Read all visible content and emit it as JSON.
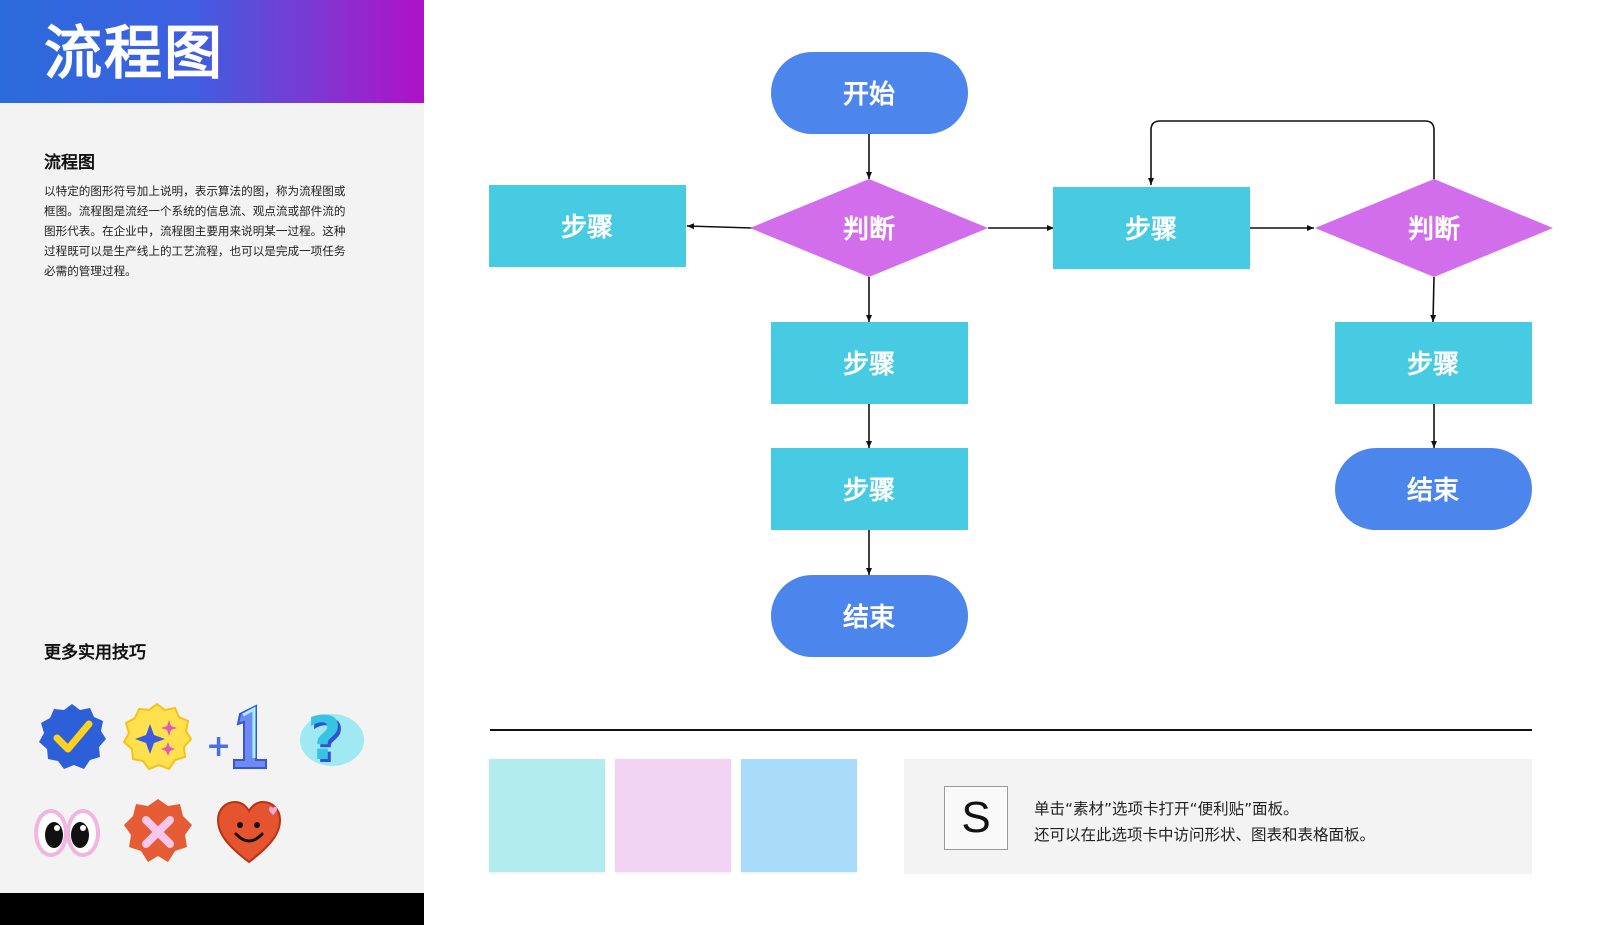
{
  "header": {
    "title": "流程图"
  },
  "intro": {
    "title": "流程图",
    "lines": [
      "以特定的图形符号加上说明，表示算法的图，称为流程图或",
      "框图。流程图是流经一个系统的信息流、观点流或部件流的",
      "图形代表。在企业中，流程图主要用来说明某一过程。这种",
      "过程既可以是生产线上的工艺流程，也可以是完成一项任务",
      "必需的管理过程。"
    ]
  },
  "tips": {
    "title": "更多实用技巧",
    "stickers": [
      "check-badge-sticker",
      "sparkle-badge-sticker",
      "plus-one-sticker",
      "question-mark-sticker",
      "eyes-sticker",
      "x-badge-sticker",
      "heart-smile-sticker"
    ]
  },
  "flowchart": {
    "start": "开始",
    "decision1": "判断",
    "step_left": "步骤",
    "step_mid1": "步骤",
    "step_mid2": "步骤",
    "end1": "结束",
    "step_right": "步骤",
    "decision2": "判断",
    "step_right2": "步骤",
    "end2": "结束",
    "colors": {
      "terminal": "#4c86ed",
      "process": "#47cbe3",
      "decision": "#d26eeb"
    }
  },
  "sticky_notes": {
    "colors": [
      "#b2ecee",
      "#f2d3f4",
      "#a9dcfa"
    ]
  },
  "shortcut": {
    "key": "S",
    "line1": "单击“素材”选项卡打开“便利贴”面板。",
    "line2": "还可以在此选项卡中访问形状、图表和表格面板。"
  }
}
